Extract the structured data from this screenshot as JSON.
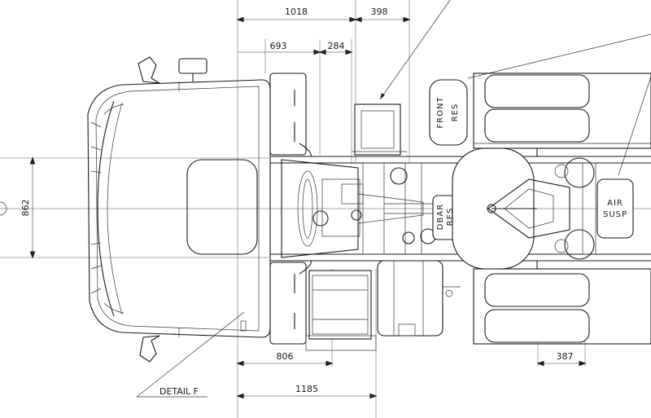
{
  "dimensions": {
    "d1018": "1018",
    "d398": "398",
    "d693": "693",
    "d284": "284",
    "d862": "862",
    "d806": "806",
    "d1185": "1185",
    "d387": "387"
  },
  "labels": {
    "front_res_line1": "FRONT",
    "front_res_line2": "RES",
    "dbar_res_line1": "DBAR",
    "dbar_res_line2": "RES",
    "air_susp_line1": "AIR",
    "air_susp_line2": "SUSP",
    "detail_f": "DETAIL F"
  }
}
